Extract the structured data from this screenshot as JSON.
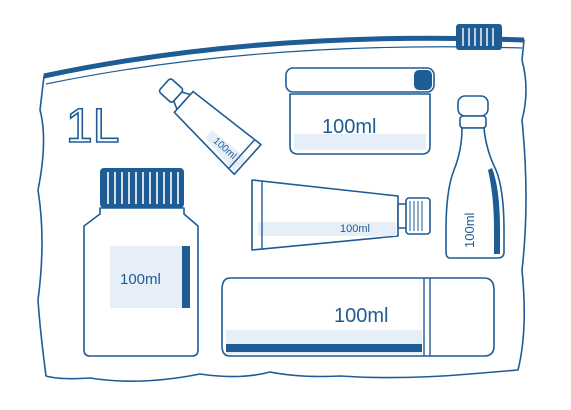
{
  "bag": {
    "capacity_label": "1L"
  },
  "items": {
    "small_tube_label": "100ml",
    "jar_label": "100ml",
    "bottle_right_label": "100ml",
    "bottle_left_label": "100ml",
    "tube_middle_label": "100ml",
    "canister_label": "100ml"
  },
  "colors": {
    "stroke": "#1e5c96",
    "tint": "#e6eef8",
    "background": "#ffffff"
  }
}
